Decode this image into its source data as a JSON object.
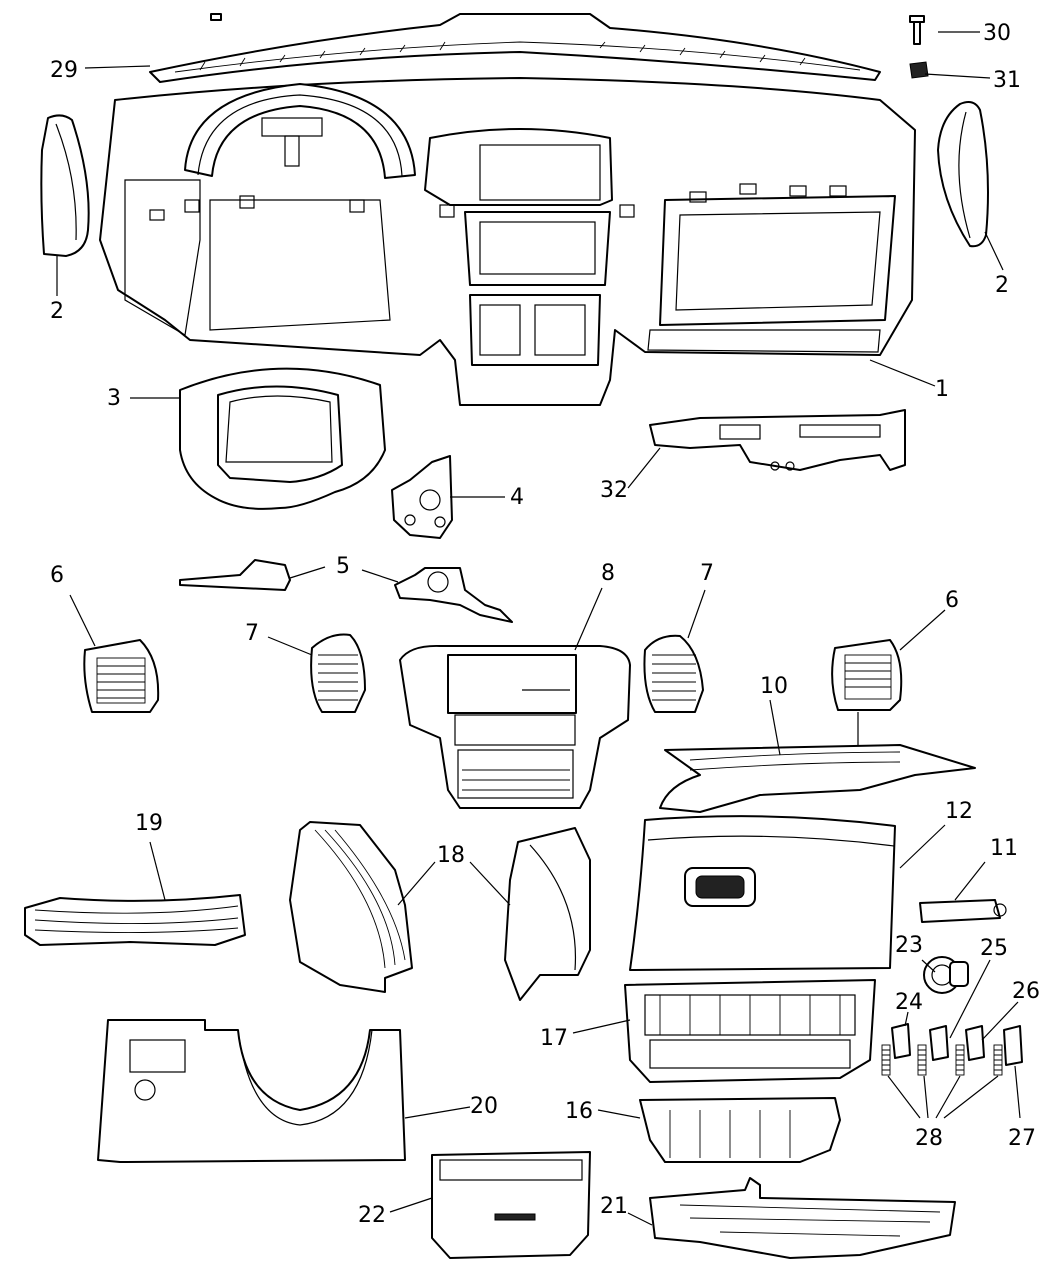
{
  "callouts": {
    "c1": "1",
    "c2a": "2",
    "c2b": "2",
    "c3": "3",
    "c4": "4",
    "c5": "5",
    "c6a": "6",
    "c6b": "6",
    "c7a": "7",
    "c7b": "7",
    "c8": "8",
    "c10": "10",
    "c11": "11",
    "c12": "12",
    "c16": "16",
    "c17": "17",
    "c18": "18",
    "c19": "19",
    "c20": "20",
    "c21": "21",
    "c22": "22",
    "c23": "23",
    "c24": "24",
    "c25": "25",
    "c26": "26",
    "c27": "27",
    "c28": "28",
    "c29": "29",
    "c30": "30",
    "c31": "31",
    "c32": "32"
  }
}
